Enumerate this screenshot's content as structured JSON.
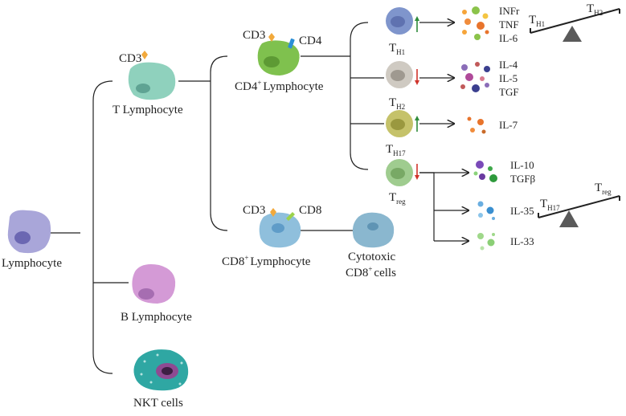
{
  "cells": {
    "lymphocyte": "Lymphocyte",
    "t_lymphocyte": "T Lymphocyte",
    "b_lymphocyte": "B Lymphocyte",
    "nkt": "NKT cells",
    "cd4_lymph": "Lymphocyte",
    "cd4_prefix": "CD4",
    "cd8_lymph": "Lymphocyte",
    "cd8_prefix": "CD8",
    "cytotoxic_line1": "Cytotoxic",
    "cytotoxic_line2_prefix": "CD8",
    "cytotoxic_line2_suffix": "cells",
    "plus": "+"
  },
  "markers": {
    "cd3": "CD3",
    "cd4": "CD4",
    "cd8": "CD8"
  },
  "subsets": {
    "th1": {
      "main": "T",
      "sub": "H1"
    },
    "th2": {
      "main": "T",
      "sub": "H2"
    },
    "th17": {
      "main": "T",
      "sub": "H17"
    },
    "treg": {
      "main": "T",
      "sub": "reg"
    }
  },
  "cytokines": {
    "th1": [
      "INFr",
      "TNF",
      "IL-6"
    ],
    "th2": [
      "IL-4",
      "IL-5",
      "TGF"
    ],
    "th17": [
      "IL-7"
    ],
    "treg_a": [
      "IL-10",
      "TGFβ"
    ],
    "treg_b": [
      "IL-35"
    ],
    "treg_c": [
      "IL-33"
    ]
  },
  "balances": {
    "top": {
      "left_main": "T",
      "left_sub": "H1",
      "right_main": "T",
      "right_sub": "H2"
    },
    "bottom": {
      "left_main": "T",
      "left_sub": "H17",
      "right_main": "T",
      "right_sub": "reg"
    }
  },
  "trend": {
    "th1": "up",
    "th2": "down",
    "th17": "up",
    "treg": "down",
    "up_color": "#2e8b3a",
    "down_color": "#d0342c"
  },
  "colors": {
    "lymphocyte": "#a9a6d9",
    "t_cell": "#8fd1bd",
    "b_cell": "#d49ad6",
    "nkt": "#2fa7a3",
    "cd4": "#7fc14e",
    "cd8": "#8fbfdc",
    "cytotoxic": "#8ab7cf",
    "th1": "#7f95cc",
    "th2": "#cfcac2",
    "th17": "#c5c26a",
    "treg": "#9fcc8f",
    "marker_cd3": "#f2a93b",
    "marker_cd4": "#2b8fd6",
    "marker_cd8": "#9bd24a",
    "fulcrum": "#5a5a5a"
  }
}
